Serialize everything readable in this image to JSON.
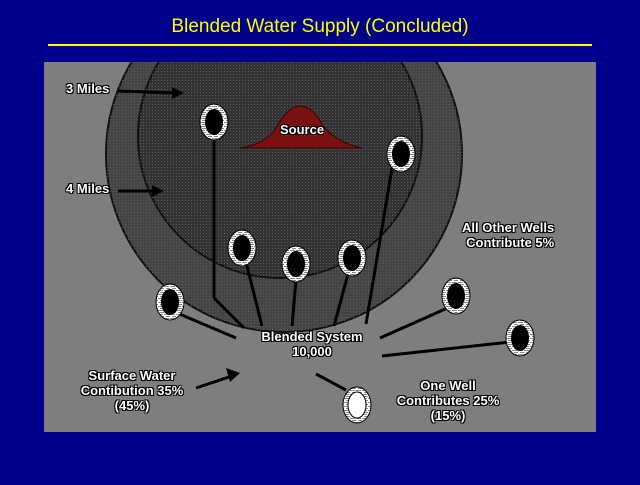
{
  "title": "Blended Water Supply (Concluded)",
  "labels": {
    "three_miles": "3 Miles",
    "four_miles": "4 Miles",
    "source": "Source",
    "all_other_wells_line1": "All Other Wells",
    "all_other_wells_line2": "Contribute 5%",
    "blended_line1": "Blended System",
    "blended_line2": "10,000",
    "surface_line1": "Surface Water",
    "surface_line2": "Contibution 35%",
    "surface_line3": "(45%)",
    "one_well_line1": "One Well",
    "one_well_line2": "Contributes 25%",
    "one_well_line3": "(15%)"
  },
  "colors": {
    "background": "#00008b",
    "title": "#ffff00",
    "panel": "#7e7e7e",
    "outer_ring": "#454545",
    "inner_ring": "#333333",
    "source": "#7a1010",
    "well_fill": "#000000",
    "highlight_well_fill": "#ffffff"
  }
}
